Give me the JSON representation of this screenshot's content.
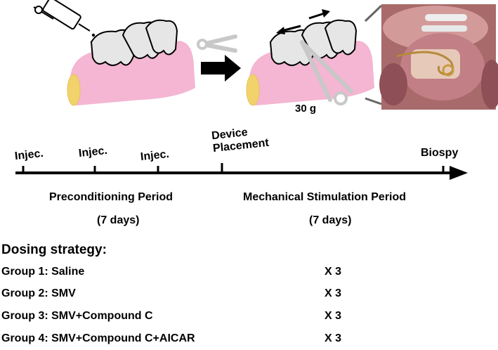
{
  "illustration": {
    "weight_label": "30 g",
    "icons": [
      "syringe-icon",
      "teeth-icon",
      "spring-icon",
      "arrow-right-icon",
      "photo-intraoral"
    ]
  },
  "timeline": {
    "events": [
      "Injec.",
      "Injec.",
      "Injec.",
      "Device",
      "Placement",
      "Biospy"
    ],
    "period_1": "Preconditioning Period",
    "period_1_duration": "(7 days)",
    "period_2": "Mechanical Stimulation Period",
    "period_2_duration": "(7 days)"
  },
  "dosing": {
    "heading": "Dosing strategy:",
    "groups": [
      {
        "label": "Group 1: Saline",
        "count": "X 3"
      },
      {
        "label": "Group 2: SMV",
        "count": "X 3"
      },
      {
        "label": "Group 3: SMV+Compound C",
        "count": "X 3"
      },
      {
        "label": "Group 4: SMV+Compound C+AICAR",
        "count": "X 3"
      }
    ]
  },
  "colors": {
    "gum": "#f4b6d2",
    "bone": "#f2d36b",
    "tooth": "#e6e6e6",
    "device": "#c8c8c8"
  }
}
